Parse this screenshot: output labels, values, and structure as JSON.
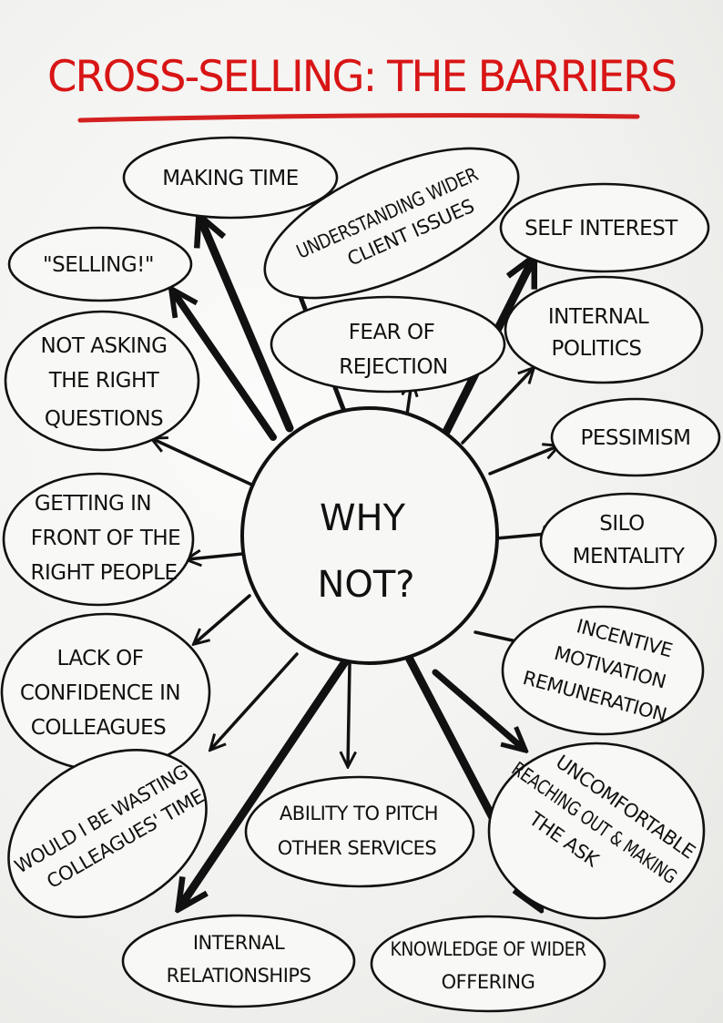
{
  "title": "CROSS-SELLING: THE BARRIERS",
  "center": {
    "line1": "WHY",
    "line2": "NOT?"
  },
  "barriers": [
    {
      "id": "making-time",
      "lines": [
        "MAKING TIME"
      ]
    },
    {
      "id": "understanding-wider",
      "lines": [
        "UNDERSTANDING WIDER",
        "CLIENT ISSUES"
      ]
    },
    {
      "id": "self-interest",
      "lines": [
        "SELF INTEREST"
      ]
    },
    {
      "id": "selling",
      "lines": [
        "\"SELLING!\""
      ]
    },
    {
      "id": "fear-of-rejection",
      "lines": [
        "FEAR OF",
        "REJECTION"
      ]
    },
    {
      "id": "internal-politics",
      "lines": [
        "INTERNAL",
        "POLITICS"
      ]
    },
    {
      "id": "not-asking",
      "lines": [
        "NOT ASKING",
        "THE RIGHT",
        "QUESTIONS"
      ]
    },
    {
      "id": "pessimism",
      "lines": [
        "PESSIMISM"
      ]
    },
    {
      "id": "getting-in-front",
      "lines": [
        "GETTING IN",
        "FRONT OF THE",
        "RIGHT PEOPLE"
      ]
    },
    {
      "id": "silo-mentality",
      "lines": [
        "SILO",
        "MENTALITY"
      ]
    },
    {
      "id": "incentive",
      "lines": [
        "INCENTIVE",
        "MOTIVATION",
        "REMUNERATION"
      ]
    },
    {
      "id": "lack-of-confidence",
      "lines": [
        "LACK OF",
        "CONFIDENCE IN",
        "COLLEAGUES"
      ]
    },
    {
      "id": "uncomfortable",
      "lines": [
        "UNCOMFORTABLE",
        "REACHING OUT & MAKING",
        "THE ASK"
      ]
    },
    {
      "id": "wasting-time",
      "lines": [
        "WOULD I BE WASTING",
        "COLLEAGUES' TIME"
      ]
    },
    {
      "id": "ability-to-pitch",
      "lines": [
        "ABILITY TO PITCH",
        "OTHER SERVICES"
      ]
    },
    {
      "id": "internal-relationships",
      "lines": [
        "INTERNAL",
        "RELATIONSHIPS"
      ]
    },
    {
      "id": "knowledge-of-wider",
      "lines": [
        "KNOWLEDGE OF WIDER",
        "OFFERING"
      ]
    }
  ],
  "colors": {
    "title": "#d81515",
    "underline": "#d42020",
    "ink": "#111111",
    "paper": "#f3f3f1"
  }
}
